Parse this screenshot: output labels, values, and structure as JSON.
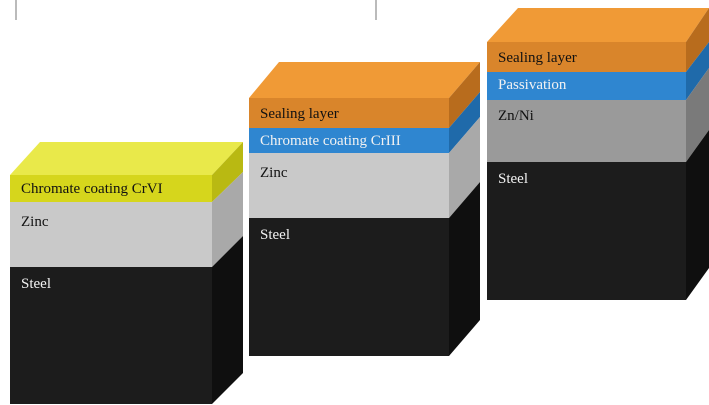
{
  "diagram": {
    "stacks": [
      {
        "layers": [
          {
            "label": "Chromate coating CrVI",
            "color": "#d6d61c"
          },
          {
            "label": "Zinc",
            "color": "#c9c9c9"
          },
          {
            "label": "Steel",
            "color": "#1c1c1c"
          }
        ]
      },
      {
        "layers": [
          {
            "label": "Sealing layer",
            "color": "#d9852b"
          },
          {
            "label": "Chromate coating CrIII",
            "color": "#2f86d0"
          },
          {
            "label": "Zinc",
            "color": "#c9c9c9"
          },
          {
            "label": "Steel",
            "color": "#1c1c1c"
          }
        ]
      },
      {
        "layers": [
          {
            "label": "Sealing layer",
            "color": "#d9852b"
          },
          {
            "label": "Passivation",
            "color": "#2f86d0"
          },
          {
            "label": "Zn/Ni",
            "color": "#9a9a9a"
          },
          {
            "label": "Steel",
            "color": "#1c1c1c"
          }
        ]
      }
    ]
  }
}
